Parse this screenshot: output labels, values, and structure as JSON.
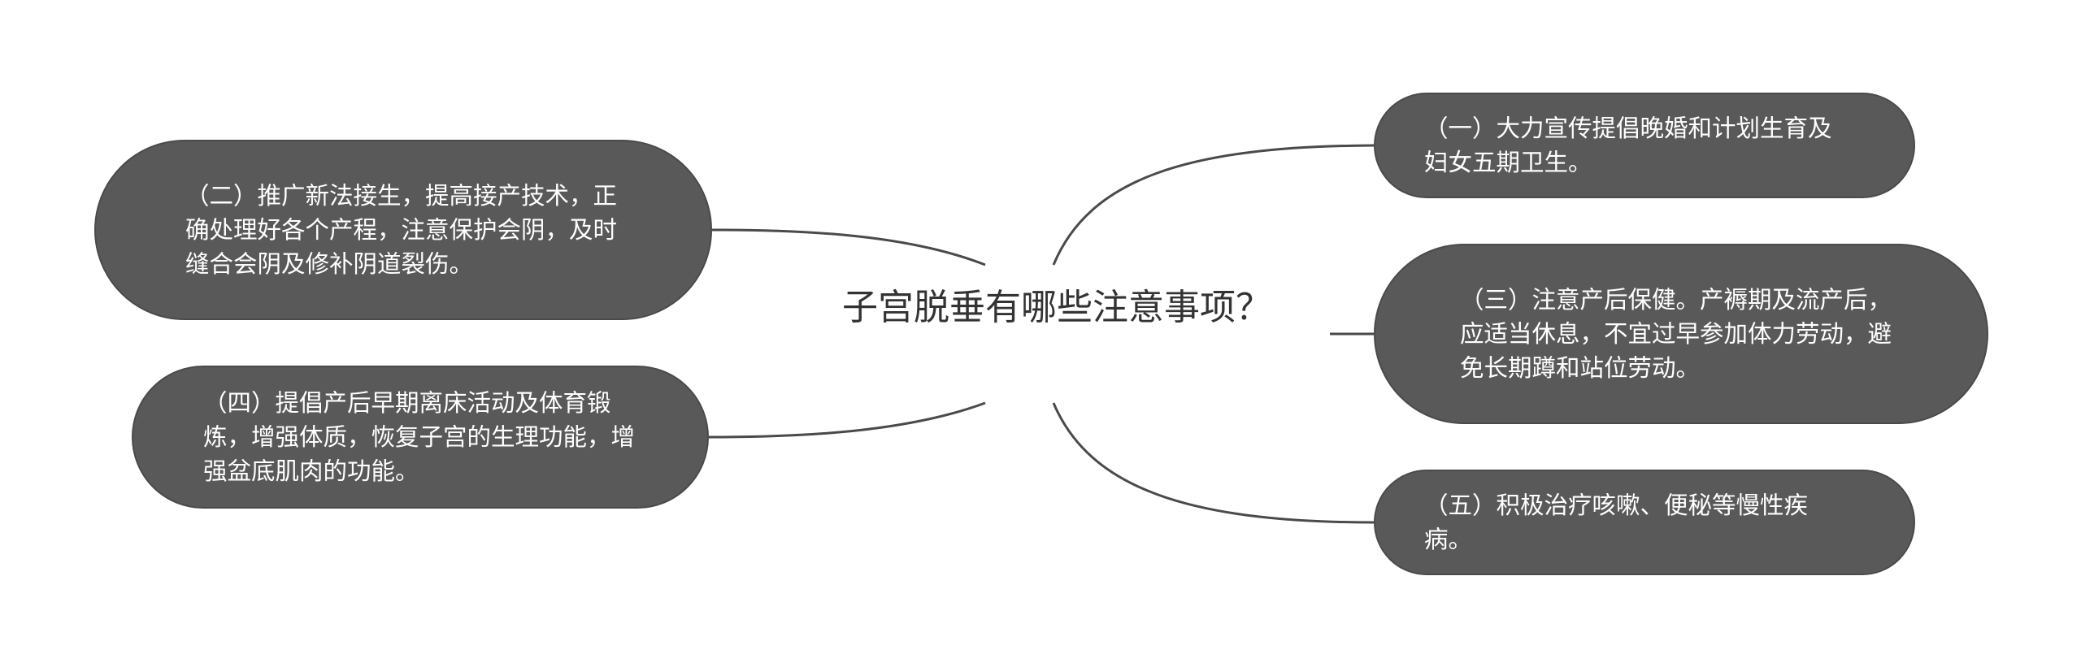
{
  "center": {
    "title": "子宫脱垂有哪些注意事项？"
  },
  "nodes": {
    "one": "（一）大力宣传提倡晚婚和计划生育及妇女五期卫生。",
    "two": "（二）推广新法接生，提高接产技术，正确处理好各个产程，注意保护会阴，及时缝合会阴及修补阴道裂伤。",
    "three": "（三）注意产后保健。产褥期及流产后，应适当休息，不宜过早参加体力劳动，避免长期蹲和站位劳动。",
    "four": "（四）提倡产后早期离床活动及体育锻炼，增强体质，恢复子宫的生理功能，增强盆底肌肉的功能。",
    "five": "（五）积极治疗咳嗽、便秘等慢性疾病。"
  },
  "colors": {
    "node_fill": "#595959",
    "node_text": "#ffffff",
    "line": "#4a4a4a",
    "center_text": "#333333"
  }
}
